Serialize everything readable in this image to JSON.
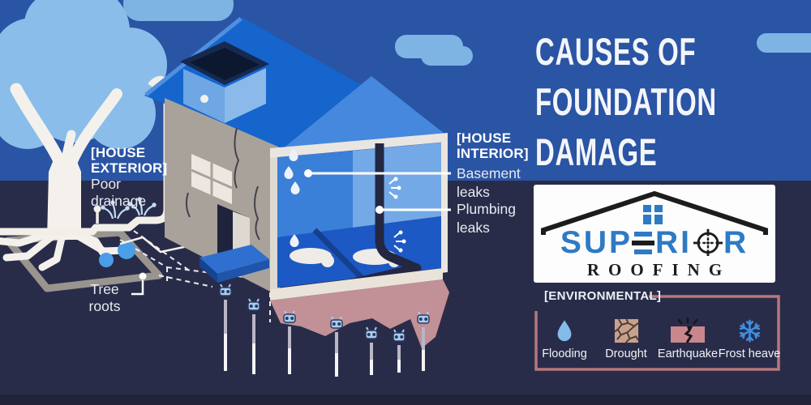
{
  "infographic": {
    "title_line1": "CAUSES OF",
    "title_line2": "FOUNDATION",
    "title_line3": "DAMAGE"
  },
  "logo": {
    "brand_pre": "SUP",
    "brand_mid": "RI",
    "brand_post": "R",
    "brand_full": "SUPERIOR",
    "subtitle": "ROOFING"
  },
  "exterior": {
    "header_line1": "[HOUSE",
    "header_line2": "EXTERIOR]",
    "poor_drainage_line1": "Poor",
    "poor_drainage_line2": "drainage",
    "tree_roots_line1": "Tree",
    "tree_roots_line2": "roots"
  },
  "interior": {
    "header_line1": "[HOUSE",
    "header_line2": "INTERIOR]",
    "basement_line1": "Basement",
    "basement_line2": "leaks",
    "plumbing_line1": "Plumbing",
    "plumbing_line2": "leaks"
  },
  "environmental": {
    "header": "[ENVIRONMENTAL]",
    "items": [
      {
        "label": "Flooding",
        "icon": "water-drop-icon"
      },
      {
        "label": "Drought",
        "icon": "cracked-earth-icon"
      },
      {
        "label": "Earthquake",
        "icon": "earthquake-crack-icon"
      },
      {
        "label": "Frost heave",
        "icon": "snowflake-icon"
      }
    ]
  },
  "colors": {
    "sky_blue": "#2a54a4",
    "ground_dark": "#292c49",
    "roof_blue": "#1565cd",
    "roof_light_blue": "#4588dd",
    "cloud_blue": "#7db4e4",
    "tree_canopy": "#8abde9",
    "wall_taupe": "#a9a29b",
    "interior_floor": "#1c59c5",
    "soil_pink": "#c29097",
    "env_border_rose": "#b5777e",
    "logo_blue": "#2e7ac5",
    "water_blue": "#4a9ee8"
  }
}
